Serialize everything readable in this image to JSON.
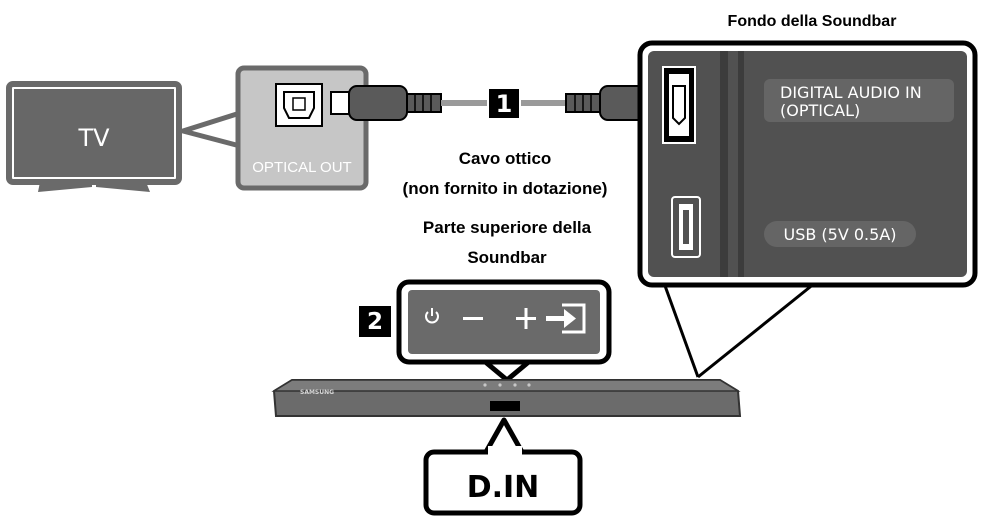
{
  "labels": {
    "tv": "TV",
    "optical_out": "OPTICAL OUT",
    "step1": "1",
    "step2": "2",
    "cable_line1": "Cavo ottico",
    "cable_line2": "(non fornito in dotazione)",
    "bottom_title": "Fondo della Soundbar",
    "top_line1": "Parte superiore della",
    "top_line2": "Soundbar",
    "digital_in_line1": "DIGITAL AUDIO IN",
    "digital_in_line2": "(OPTICAL)",
    "usb": "USB (5V 0.5A)",
    "brand": "SAMSUNG",
    "display": "D.IN"
  },
  "colors": {
    "panel_gray": "#c6c6c6",
    "panel_dark": "#4a4a4a",
    "bar_gray": "#6b6b6b",
    "outline": "#000000",
    "badge_gray": "#5e5e5e"
  },
  "icons": {
    "power": "power-icon",
    "minus": "minus-icon",
    "plus": "plus-icon",
    "source": "source-input-icon",
    "optical_port": "optical-port-icon",
    "usb_port": "usb-port-icon"
  }
}
